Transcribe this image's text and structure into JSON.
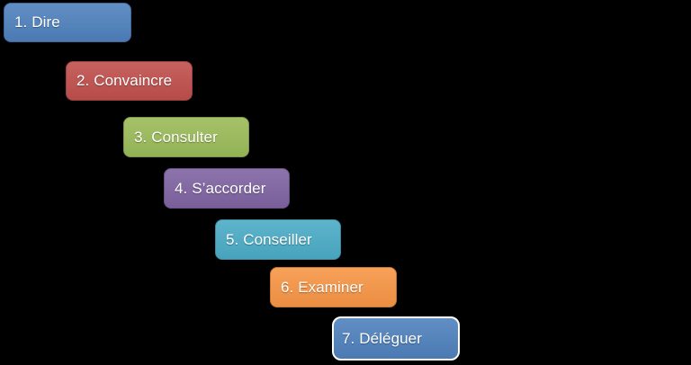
{
  "background_color": "#000000",
  "diagram": {
    "type": "staircase-process",
    "text_color": "#ffffff",
    "steps": [
      {
        "label": "1. Dire",
        "color": "#4f81bd",
        "border_color": "#3f6797",
        "highlighted": false
      },
      {
        "label": "2. Convaincre",
        "color": "#c0504d",
        "border_color": "#9a403e",
        "highlighted": false
      },
      {
        "label": "3. Consulter",
        "color": "#9bbb59",
        "border_color": "#7c9647",
        "highlighted": false
      },
      {
        "label": "4. S’accorder",
        "color": "#8064a2",
        "border_color": "#665082",
        "highlighted": false
      },
      {
        "label": "5. Conseiller",
        "color": "#4bacc6",
        "border_color": "#3c8a9e",
        "highlighted": false
      },
      {
        "label": "6. Examiner",
        "color": "#f79646",
        "border_color": "#c67838",
        "highlighted": false
      },
      {
        "label": "7. Déléguer",
        "color": "#4f81bd",
        "border_color": "#ffffff",
        "highlighted": true
      }
    ]
  }
}
